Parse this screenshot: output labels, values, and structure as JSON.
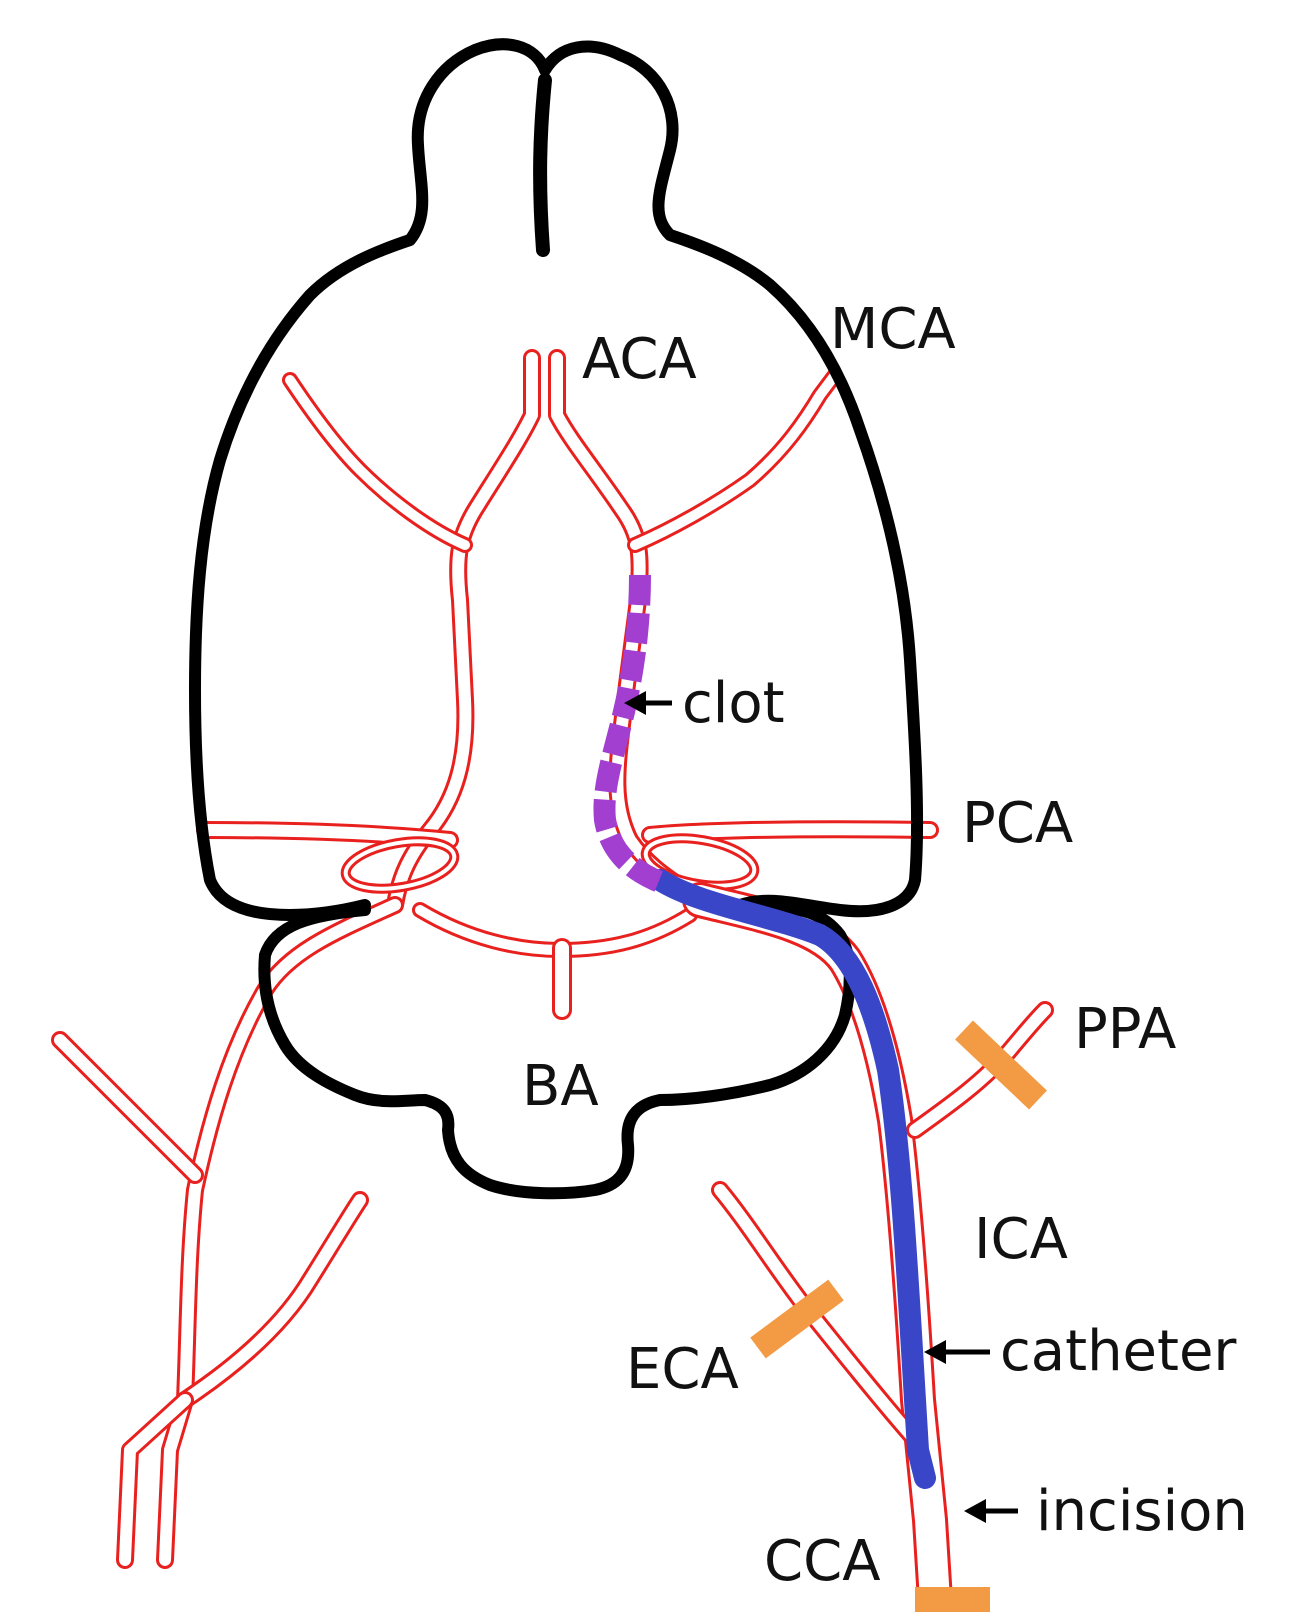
{
  "labels": {
    "aca": "ACA",
    "mca": "MCA",
    "pca": "PCA",
    "ba": "BA",
    "ppa": "PPA",
    "ica": "ICA",
    "eca": "ECA",
    "cca": "CCA",
    "clot": "clot",
    "catheter": "catheter",
    "incision": "incision"
  },
  "colors": {
    "outline": "#000000",
    "vessel": "#e8211f",
    "catheter": "#3a46c8",
    "clot": "#a23fd0",
    "ligature": "#f39a45",
    "text": "#111111"
  }
}
